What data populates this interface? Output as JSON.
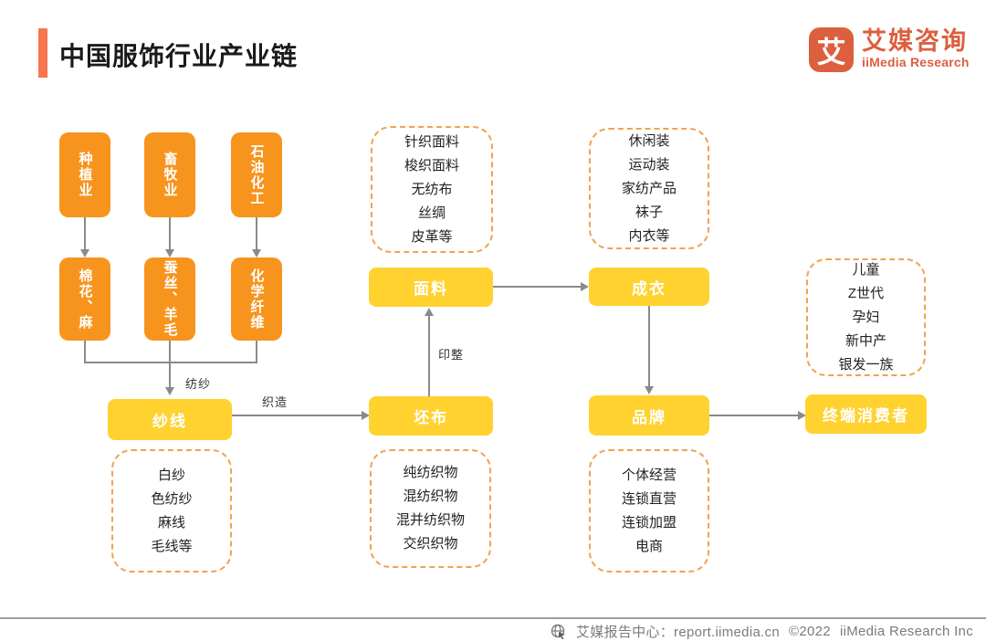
{
  "header": {
    "title": "中国服饰行业产业链",
    "logo": {
      "glyph": "艾",
      "name_cn": "艾媒咨询",
      "name_en": "iiMedia Research"
    }
  },
  "diagram": {
    "raw_industries": [
      {
        "label": "种植业"
      },
      {
        "label": "畜牧业"
      },
      {
        "label": "石油化工"
      }
    ],
    "raw_materials": [
      {
        "label": "棉花、麻"
      },
      {
        "label": "蚕丝、羊毛"
      },
      {
        "label": "化学纤维"
      }
    ],
    "chain_nodes": {
      "yarn": "纱线",
      "grey_fabric": "坯布",
      "fabric": "面料",
      "garment": "成衣",
      "brand": "品牌",
      "consumer": "终端消费者"
    },
    "process_labels": {
      "spinning": "纺纱",
      "weaving": "织造",
      "printing_finishing": "印整"
    },
    "detail_boxes": {
      "yarn": {
        "items": [
          "白纱",
          "色纺纱",
          "麻线",
          "毛线等"
        ]
      },
      "grey_fabric": {
        "items": [
          "纯纺织物",
          "混纺织物",
          "混并纺织物",
          "交织织物"
        ]
      },
      "fabric": {
        "items": [
          "针织面料",
          "梭织面料",
          "无纺布",
          "丝绸",
          "皮革等"
        ]
      },
      "garment": {
        "items": [
          "休闲装",
          "运动装",
          "家纺产品",
          "袜子",
          "内衣等"
        ]
      },
      "consumer": {
        "items": [
          "儿童",
          "Z世代",
          "孕妇",
          "新中产",
          "银发一族"
        ]
      },
      "brand": {
        "items": [
          "个体经营",
          "连锁直营",
          "连锁加盟",
          "电商"
        ]
      }
    }
  },
  "footer": {
    "report_center": "艾媒报告中心：report.iimedia.cn",
    "copyright": "©2022",
    "company": "iiMedia Research  Inc"
  },
  "colors": {
    "orange_node": "#F7941E",
    "yellow_node": "#FFD230",
    "dashed_border": "#F0A350",
    "accent_bar": "#F5764F",
    "brand": "#DC5F3F",
    "connector": "#8A8A8A"
  }
}
